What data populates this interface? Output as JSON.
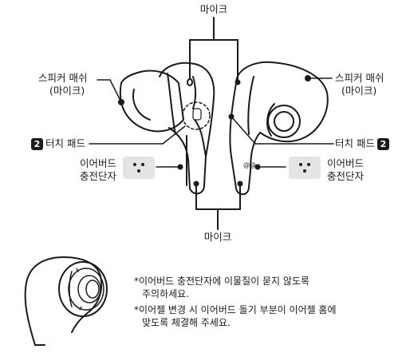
{
  "labels": {
    "mic_top": "마이크",
    "mic_bottom": "마이크",
    "speaker_left_line1": "스피커 매쉬",
    "speaker_left_line2": "(마이크)",
    "speaker_right_line1": "스피커 매쉬",
    "speaker_right_line2": "(마이크)",
    "touch_pad_left": "터치 패드",
    "touch_pad_right": "터치 패드",
    "badge_number": "2",
    "charging_left_line1": "이어버드",
    "charging_left_line2": "충전단자",
    "charging_right_line1": "이어버드",
    "charging_right_line2": "충전단자",
    "markings_right": "@@"
  },
  "notes": {
    "note1_line1": "*이어버드 충전단자에 이물질이 묻지 않도록",
    "note1_line2": "주의하세요.",
    "note2_line1": "*이어젤 변경 시 이어버드 돌기 부분이 이어젤 홈에",
    "note2_line2": "맞도록 체결해 주세요."
  },
  "icons": {
    "touch_badge": "number-2-badge",
    "charging_contacts": "two-dot-contacts"
  }
}
